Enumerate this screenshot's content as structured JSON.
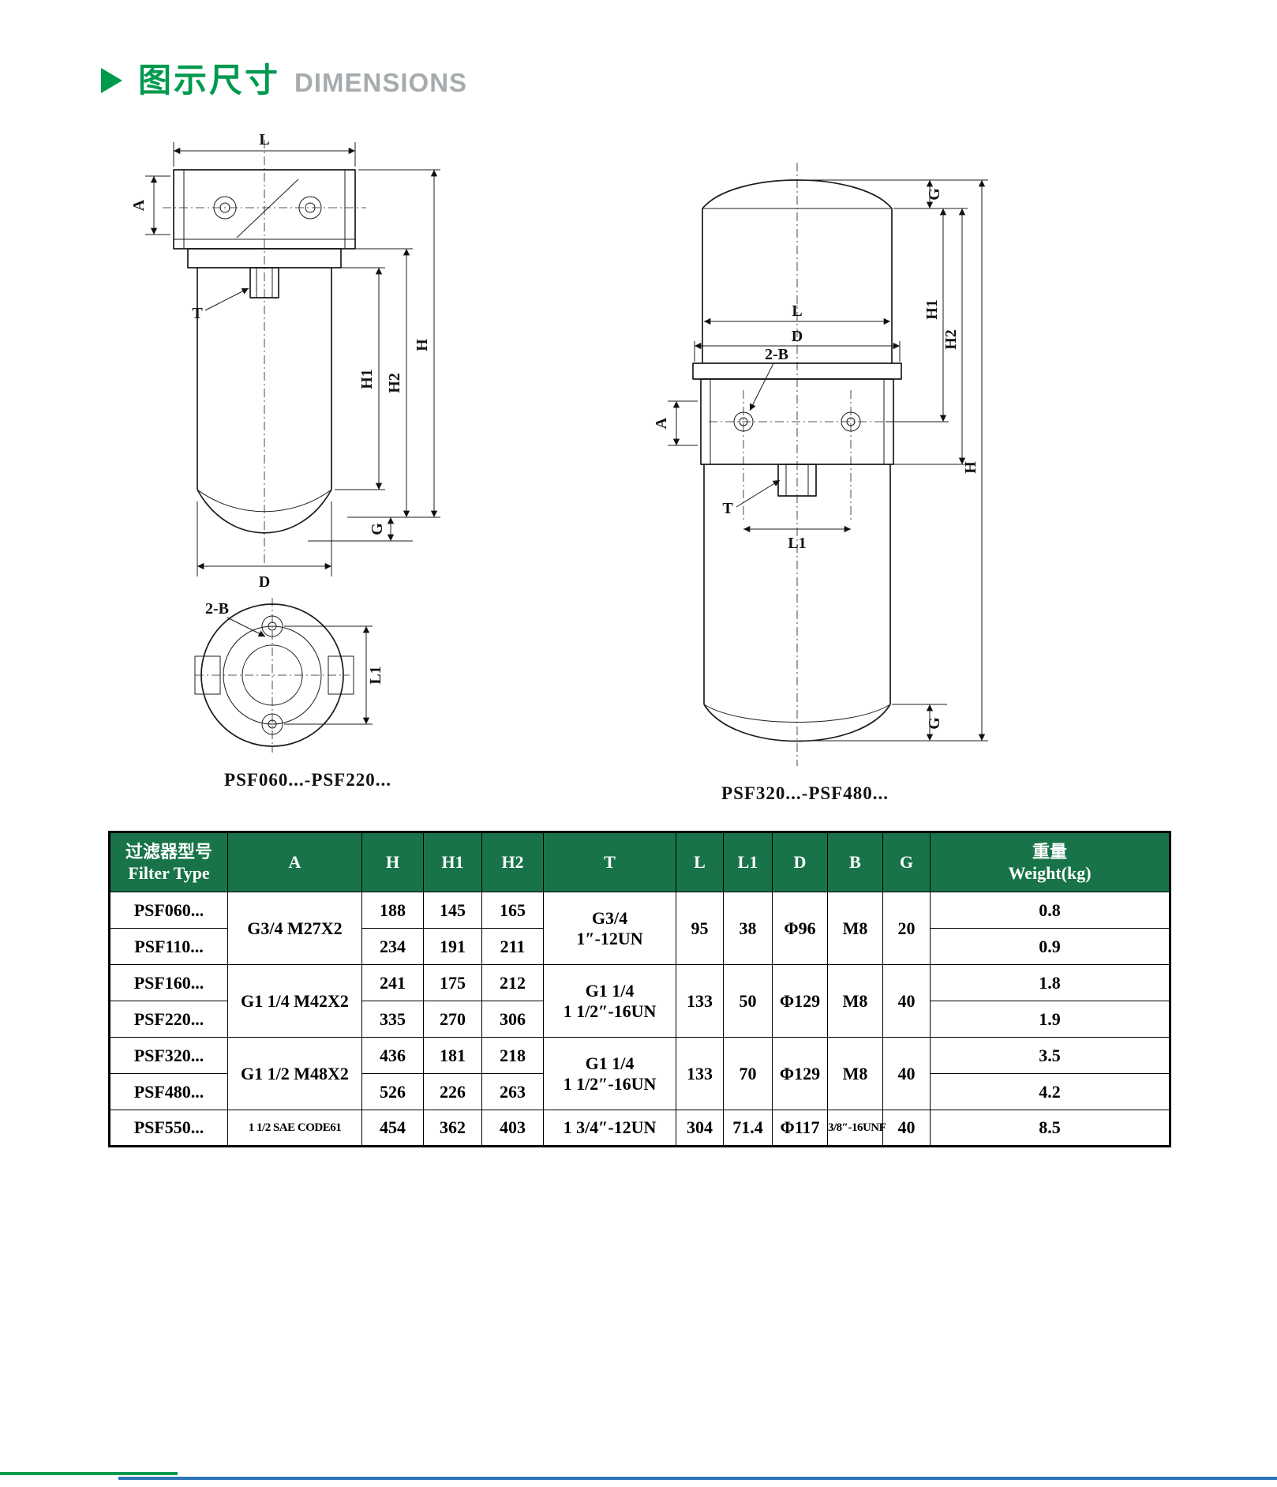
{
  "header": {
    "title_cn": "图示尺寸",
    "title_en": "DIMENSIONS"
  },
  "dims": {
    "L": "L",
    "A": "A",
    "T": "T",
    "H": "H",
    "H1": "H1",
    "H2": "H2",
    "G": "G",
    "D": "D",
    "B2": "2-B",
    "L1": "L1"
  },
  "figures": {
    "left_caption": "PSF060...-PSF220...",
    "right_caption": "PSF320...-PSF480..."
  },
  "table": {
    "headers": {
      "filter_type": "过滤器型号\nFilter Type",
      "a": "A",
      "h": "H",
      "h1": "H1",
      "h2": "H2",
      "t": "T",
      "l": "L",
      "l1": "L1",
      "d": "D",
      "b": "B",
      "g": "G",
      "weight": "重量\nWeight(kg)"
    },
    "groups": [
      {
        "a": "G3/4  M27X2",
        "t": "G3/4\n1″-12UN",
        "l": "95",
        "l1": "38",
        "d": "Φ96",
        "b": "M8",
        "g": "20",
        "rows": [
          {
            "type": "PSF060...",
            "h": "188",
            "h1": "145",
            "h2": "165",
            "weight": "0.8"
          },
          {
            "type": "PSF110...",
            "h": "234",
            "h1": "191",
            "h2": "211",
            "weight": "0.9"
          }
        ]
      },
      {
        "a": "G1 1/4 M42X2",
        "t": "G1 1/4\n1 1/2″-16UN",
        "l": "133",
        "l1": "50",
        "d": "Φ129",
        "b": "M8",
        "g": "40",
        "rows": [
          {
            "type": "PSF160...",
            "h": "241",
            "h1": "175",
            "h2": "212",
            "weight": "1.8"
          },
          {
            "type": "PSF220...",
            "h": "335",
            "h1": "270",
            "h2": "306",
            "weight": "1.9"
          }
        ]
      },
      {
        "a": "G1 1/2 M48X2",
        "t": "G1 1/4\n1 1/2″-16UN",
        "l": "133",
        "l1": "70",
        "d": "Φ129",
        "b": "M8",
        "g": "40",
        "rows": [
          {
            "type": "PSF320...",
            "h": "436",
            "h1": "181",
            "h2": "218",
            "weight": "3.5"
          },
          {
            "type": "PSF480...",
            "h": "526",
            "h1": "226",
            "h2": "263",
            "weight": "4.2"
          }
        ]
      },
      {
        "a": "1 1/2 SAE CODE61",
        "t": "1 3/4″-12UN",
        "l": "304",
        "l1": "71.4",
        "d": "Φ117",
        "b": "3/8″-16UNF",
        "g": "40",
        "rows": [
          {
            "type": "PSF550...",
            "h": "454",
            "h1": "362",
            "h2": "403",
            "weight": "8.5"
          }
        ]
      }
    ]
  }
}
